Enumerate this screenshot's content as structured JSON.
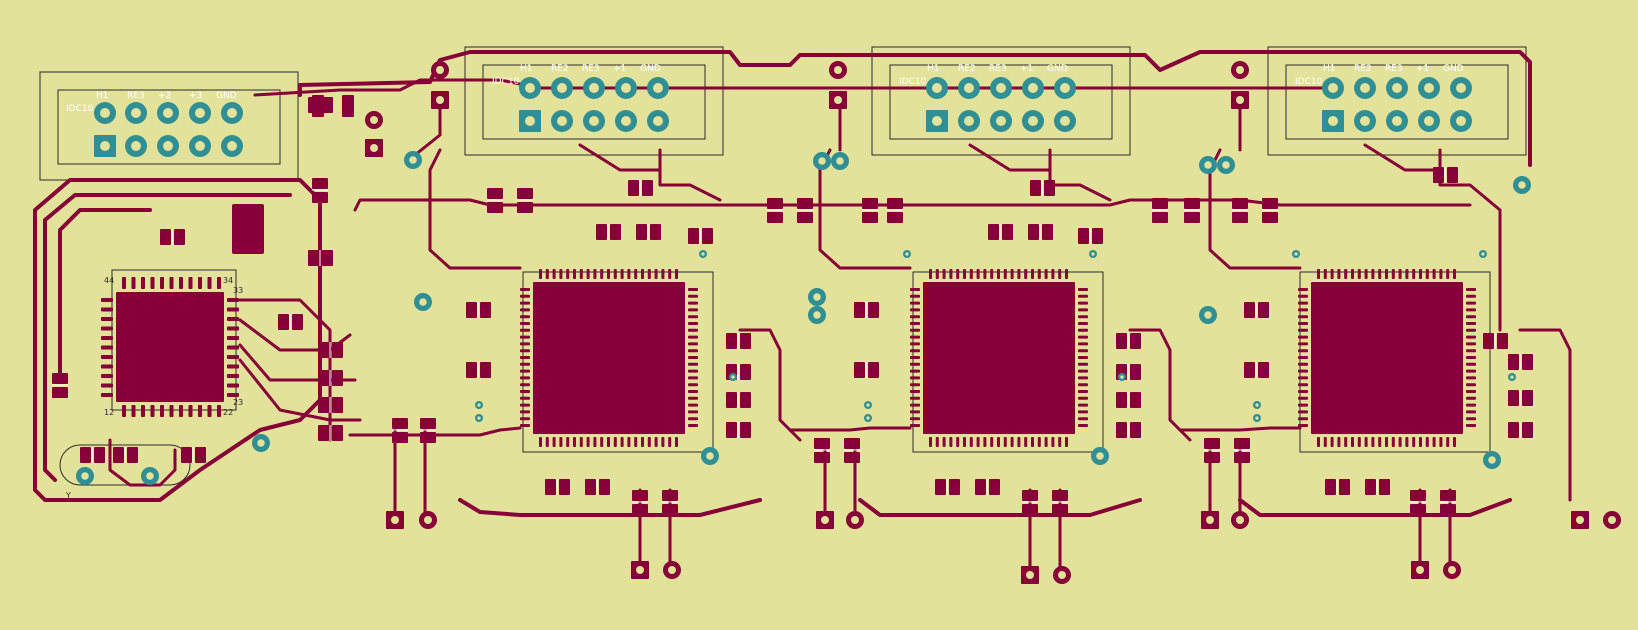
{
  "colors": {
    "board": "#e3e29a",
    "copper": "#870038",
    "via": "#2f8f94",
    "silk": "#2b2b2b",
    "pad_label": "#ffffff"
  },
  "left_connector": {
    "name": "IDC10",
    "labels": [
      "H1",
      "RE3",
      "+2",
      "+3",
      "GND"
    ]
  },
  "chip_connectors": [
    {
      "name": "IDC10",
      "labels": [
        "H1",
        "RE2",
        "RE3",
        "+1",
        "GND"
      ]
    },
    {
      "name": "IDC10",
      "labels": [
        "H1",
        "RE2",
        "RE3",
        "+1",
        "GND"
      ]
    },
    {
      "name": "IDC10",
      "labels": [
        "H1",
        "RE2",
        "RE3",
        "+1",
        "GND"
      ]
    }
  ],
  "mcu": {
    "pin_labels": [
      "44",
      "34",
      "33",
      "23",
      "22",
      "12"
    ]
  },
  "crystal": {
    "label": "Y"
  }
}
